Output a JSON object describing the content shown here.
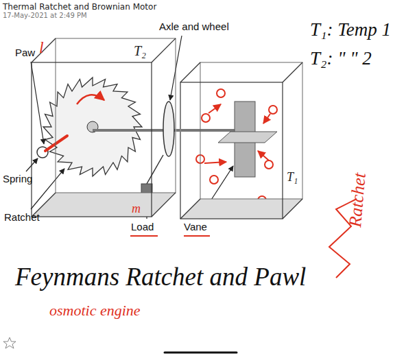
{
  "diagram": {
    "title": "Thermal Ratchet and Brownian Motor",
    "nodes": [
      {
        "text": [
          "T₂"
        ]
      },
      {
        "text": [
          "T₁"
        ]
      }
    ],
    "edges": [
      {
        "from": 0,
        "to": 1,
        "arrow": "none"
      }
    ],
    "labels": [
      "17-May-2021 at 2:49 PM",
      "Paw",
      "l",
      "Axle and wheel",
      "Spring",
      "Ratchet",
      "m",
      "Load",
      "Vane",
      "T₁: Temp 1",
      "T₂: \" \" 2",
      "Ratchet",
      "Feynmans Ratchet and Pawl",
      "osmotic engine"
    ]
  }
}
